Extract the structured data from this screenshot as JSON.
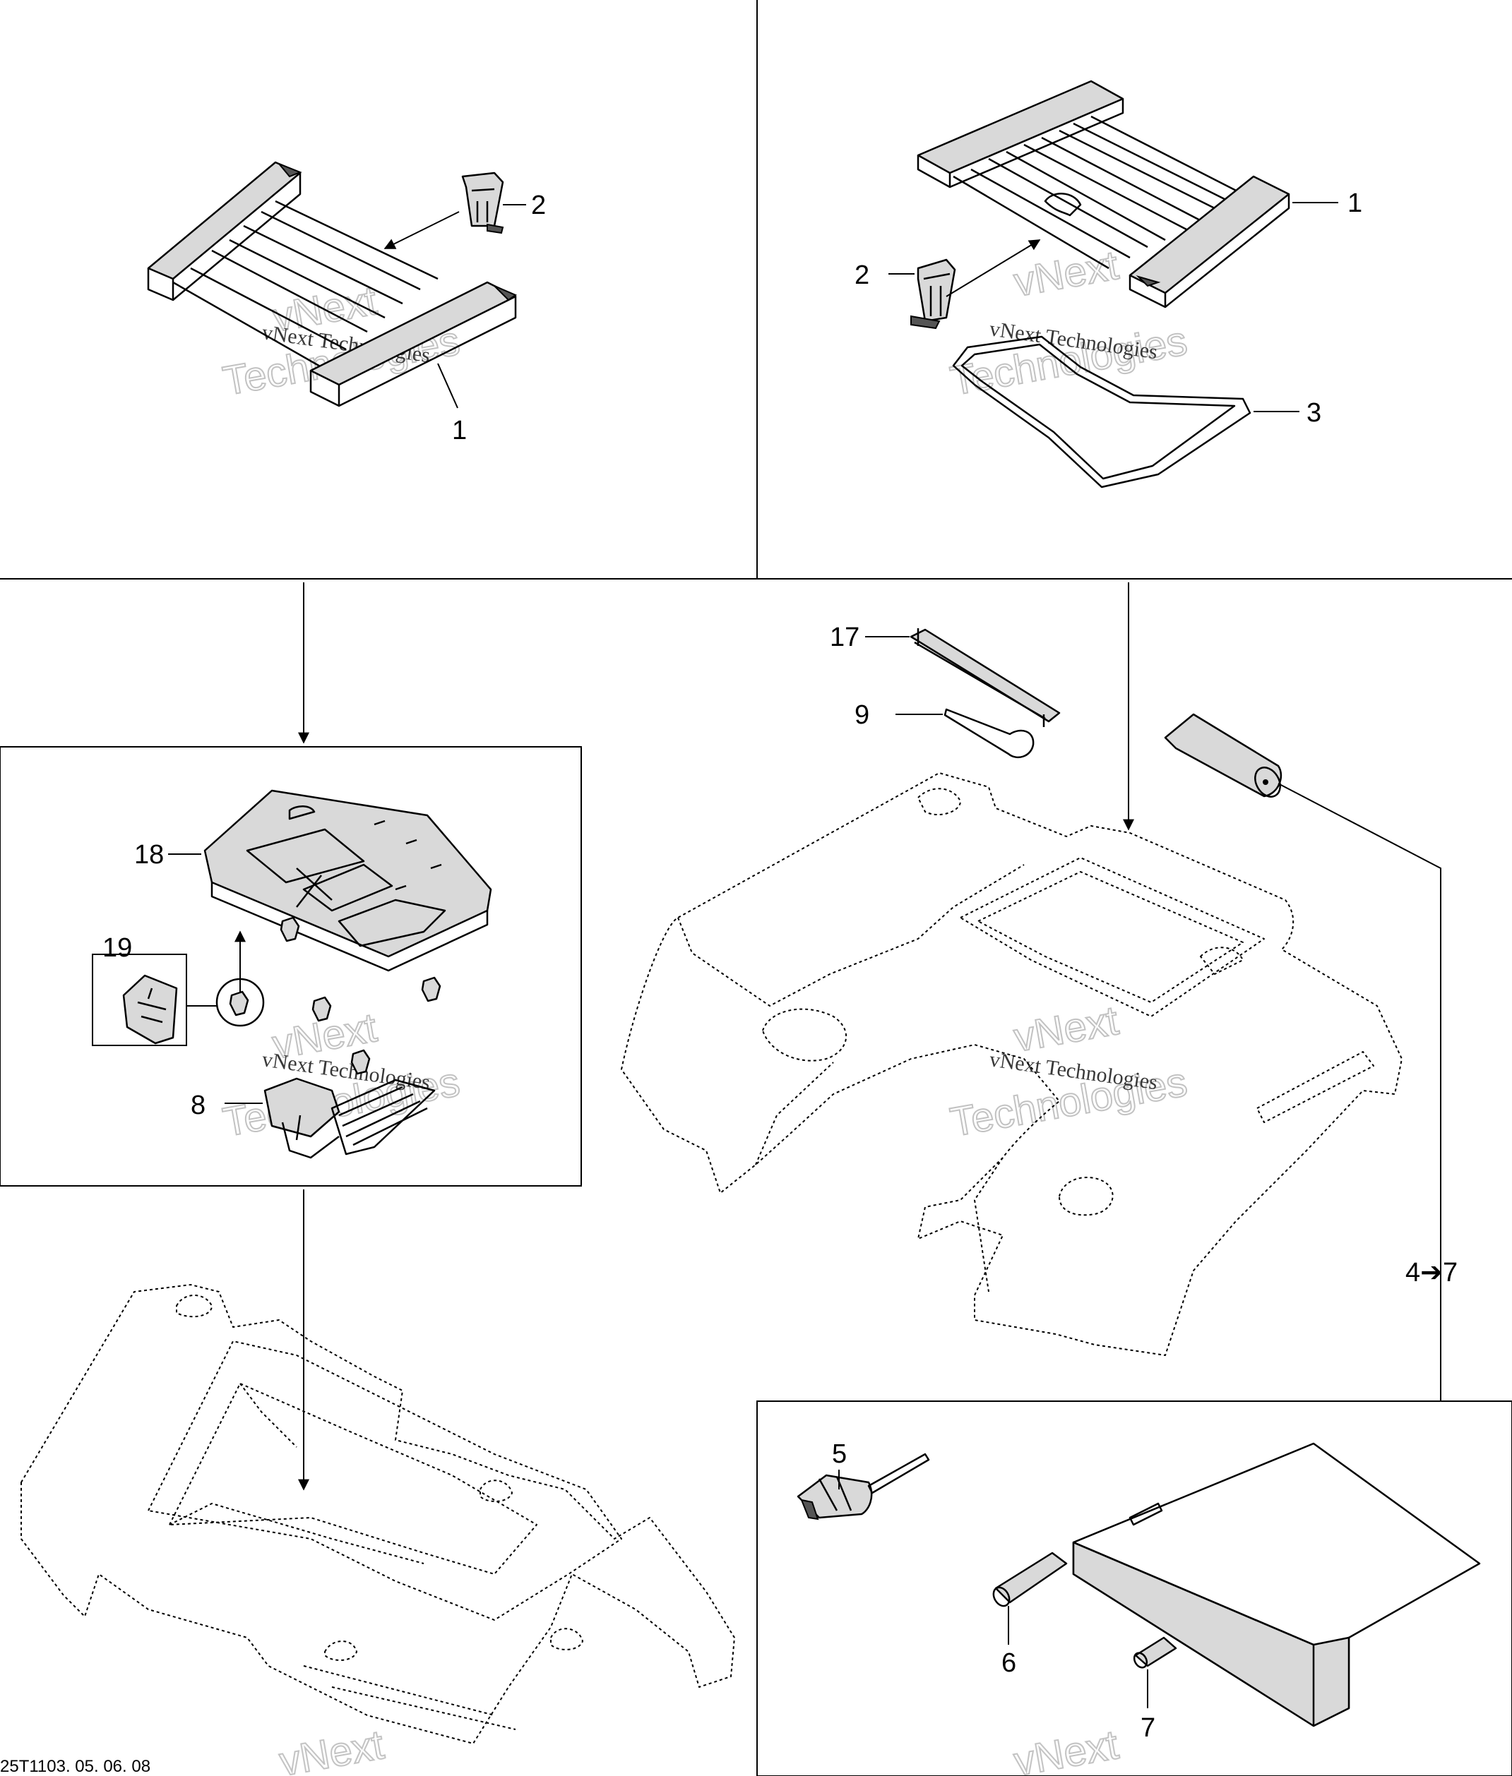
{
  "callouts": {
    "c1a": "1",
    "c2a": "2",
    "c1b": "1",
    "c2b": "2",
    "c3": "3",
    "c17": "17",
    "c9": "9",
    "c18": "18",
    "c19": "19",
    "c8": "8",
    "c4to7": "4➔7",
    "c5": "5",
    "c6": "6",
    "c7": "7"
  },
  "document_id": "25T1103. 05. 06. 08",
  "watermark": {
    "line1": "vNext Technologies",
    "line2": "vNext",
    "line3": "Technologies"
  }
}
